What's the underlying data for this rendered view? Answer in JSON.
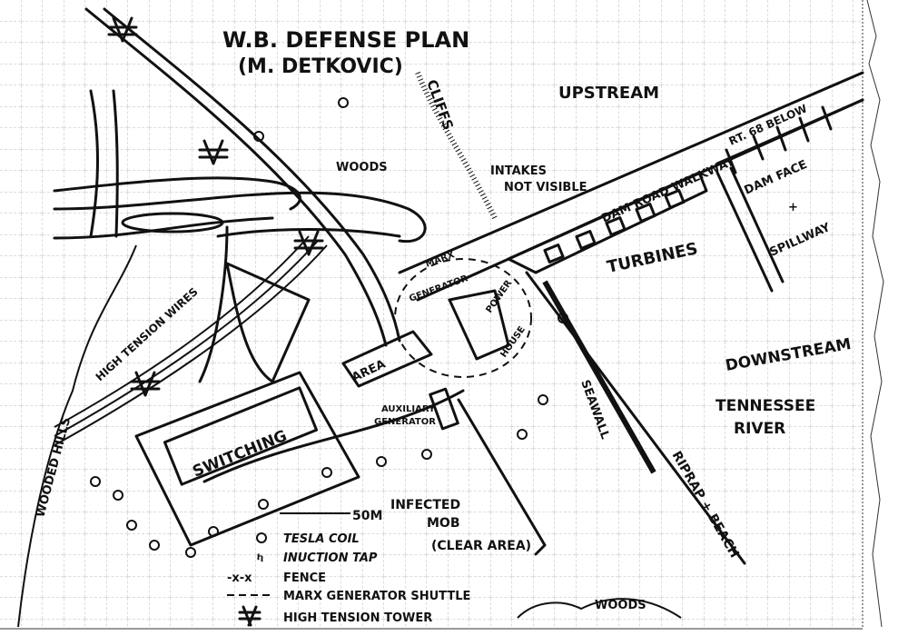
{
  "title": "W.B. DEFENSE PLAN",
  "author": "(M. DETKOVIC)",
  "labels": {
    "cliffs": "CLIFFS",
    "upstream": "UPSTREAM",
    "woods_top": "WOODS",
    "intakes": "INTAKES",
    "not_visible": "NOT VISIBLE",
    "dam_road": "DAM ROAD WALKWAY",
    "rt68": "RT. 68 BELOW",
    "dam_face": "DAM FACE",
    "plus": "+",
    "spillway": "SPILLWAY",
    "turbines": "TURBINES",
    "marx": "MARX",
    "generator": "GENERATOR",
    "power": "POWER",
    "house": "HOUSE",
    "area": "AREA",
    "high_tension_wires": "HIGH TENSION WIRES",
    "wooded_hills": "WOODED HILLS",
    "auxiliary": "AUXILIARY",
    "aux_generator": "GENERATOR",
    "switching": "SWITCHING",
    "seawall": "SEAWALL",
    "downstream": "DOWNSTREAM",
    "tennessee": "TENNESSEE",
    "river": "RIVER",
    "riprap": "RIPRAP + BEACH",
    "scale": "50M",
    "infected": "INFECTED",
    "mob": "MOB",
    "clear_area": "(CLEAR AREA)",
    "woods_bottom": "WOODS"
  },
  "legend": [
    {
      "symbol": "tesla-coil-icon",
      "label": "TESLA COIL"
    },
    {
      "symbol": "induction-tap-icon",
      "label": "INUCTION TAP"
    },
    {
      "symbol": "fence-icon",
      "label": "FENCE"
    },
    {
      "symbol": "marx-shuttle-icon",
      "label": "MARX GENERATOR SHUTTLE"
    },
    {
      "symbol": "high-tension-tower-icon",
      "label": "HIGH TENSION TOWER"
    }
  ]
}
